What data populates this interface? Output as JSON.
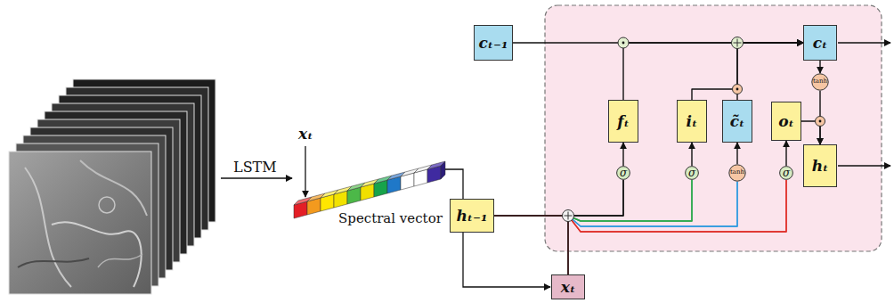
{
  "diagram": {
    "nodes": [
      {
        "text": [
          "cₜ₋₁"
        ]
      },
      {
        "text": [
          "fₜ"
        ]
      },
      {
        "text": [
          "iₜ"
        ]
      },
      {
        "text": [
          "c̃ₜ"
        ]
      },
      {
        "text": [
          "oₜ"
        ]
      },
      {
        "text": [
          "cₜ"
        ]
      },
      {
        "text": [
          "hₜ₋₁"
        ]
      },
      {
        "text": [
          "hₜ"
        ]
      },
      {
        "text": [
          "xₜ"
        ]
      },
      {
        "text": [
          "σ"
        ]
      },
      {
        "text": [
          "σ"
        ]
      },
      {
        "text": [
          "tanh"
        ]
      },
      {
        "text": [
          "σ"
        ]
      },
      {
        "text": [
          "tanh"
        ]
      }
    ],
    "edges": [
      {
        "from": 6,
        "to": 9,
        "arrow": "none"
      },
      {
        "from": 6,
        "to": 10,
        "arrow": "none"
      },
      {
        "from": 6,
        "to": 11,
        "arrow": "none"
      },
      {
        "from": 6,
        "to": 12,
        "arrow": "none"
      },
      {
        "from": 8,
        "to": 9,
        "arrow": "none"
      },
      {
        "from": 8,
        "to": 10,
        "arrow": "none"
      },
      {
        "from": 8,
        "to": 11,
        "arrow": "none"
      },
      {
        "from": 8,
        "to": 12,
        "arrow": "none"
      },
      {
        "from": 9,
        "to": 1,
        "arrow": "to"
      },
      {
        "from": 10,
        "to": 2,
        "arrow": "to"
      },
      {
        "from": 11,
        "to": 3,
        "arrow": "to"
      },
      {
        "from": 12,
        "to": 4,
        "arrow": "to"
      },
      {
        "from": 0,
        "to": 5,
        "arrow": "to"
      },
      {
        "from": 1,
        "to": 5,
        "arrow": "to"
      },
      {
        "from": 2,
        "to": 5,
        "arrow": "to"
      },
      {
        "from": 3,
        "to": 5,
        "arrow": "to"
      },
      {
        "from": 5,
        "to": 13,
        "arrow": "to"
      },
      {
        "from": 13,
        "to": 7,
        "arrow": "to"
      },
      {
        "from": 4,
        "to": 7,
        "arrow": "to"
      }
    ],
    "labels": [
      "LSTM",
      "xₜ",
      "Spectral vector"
    ]
  }
}
